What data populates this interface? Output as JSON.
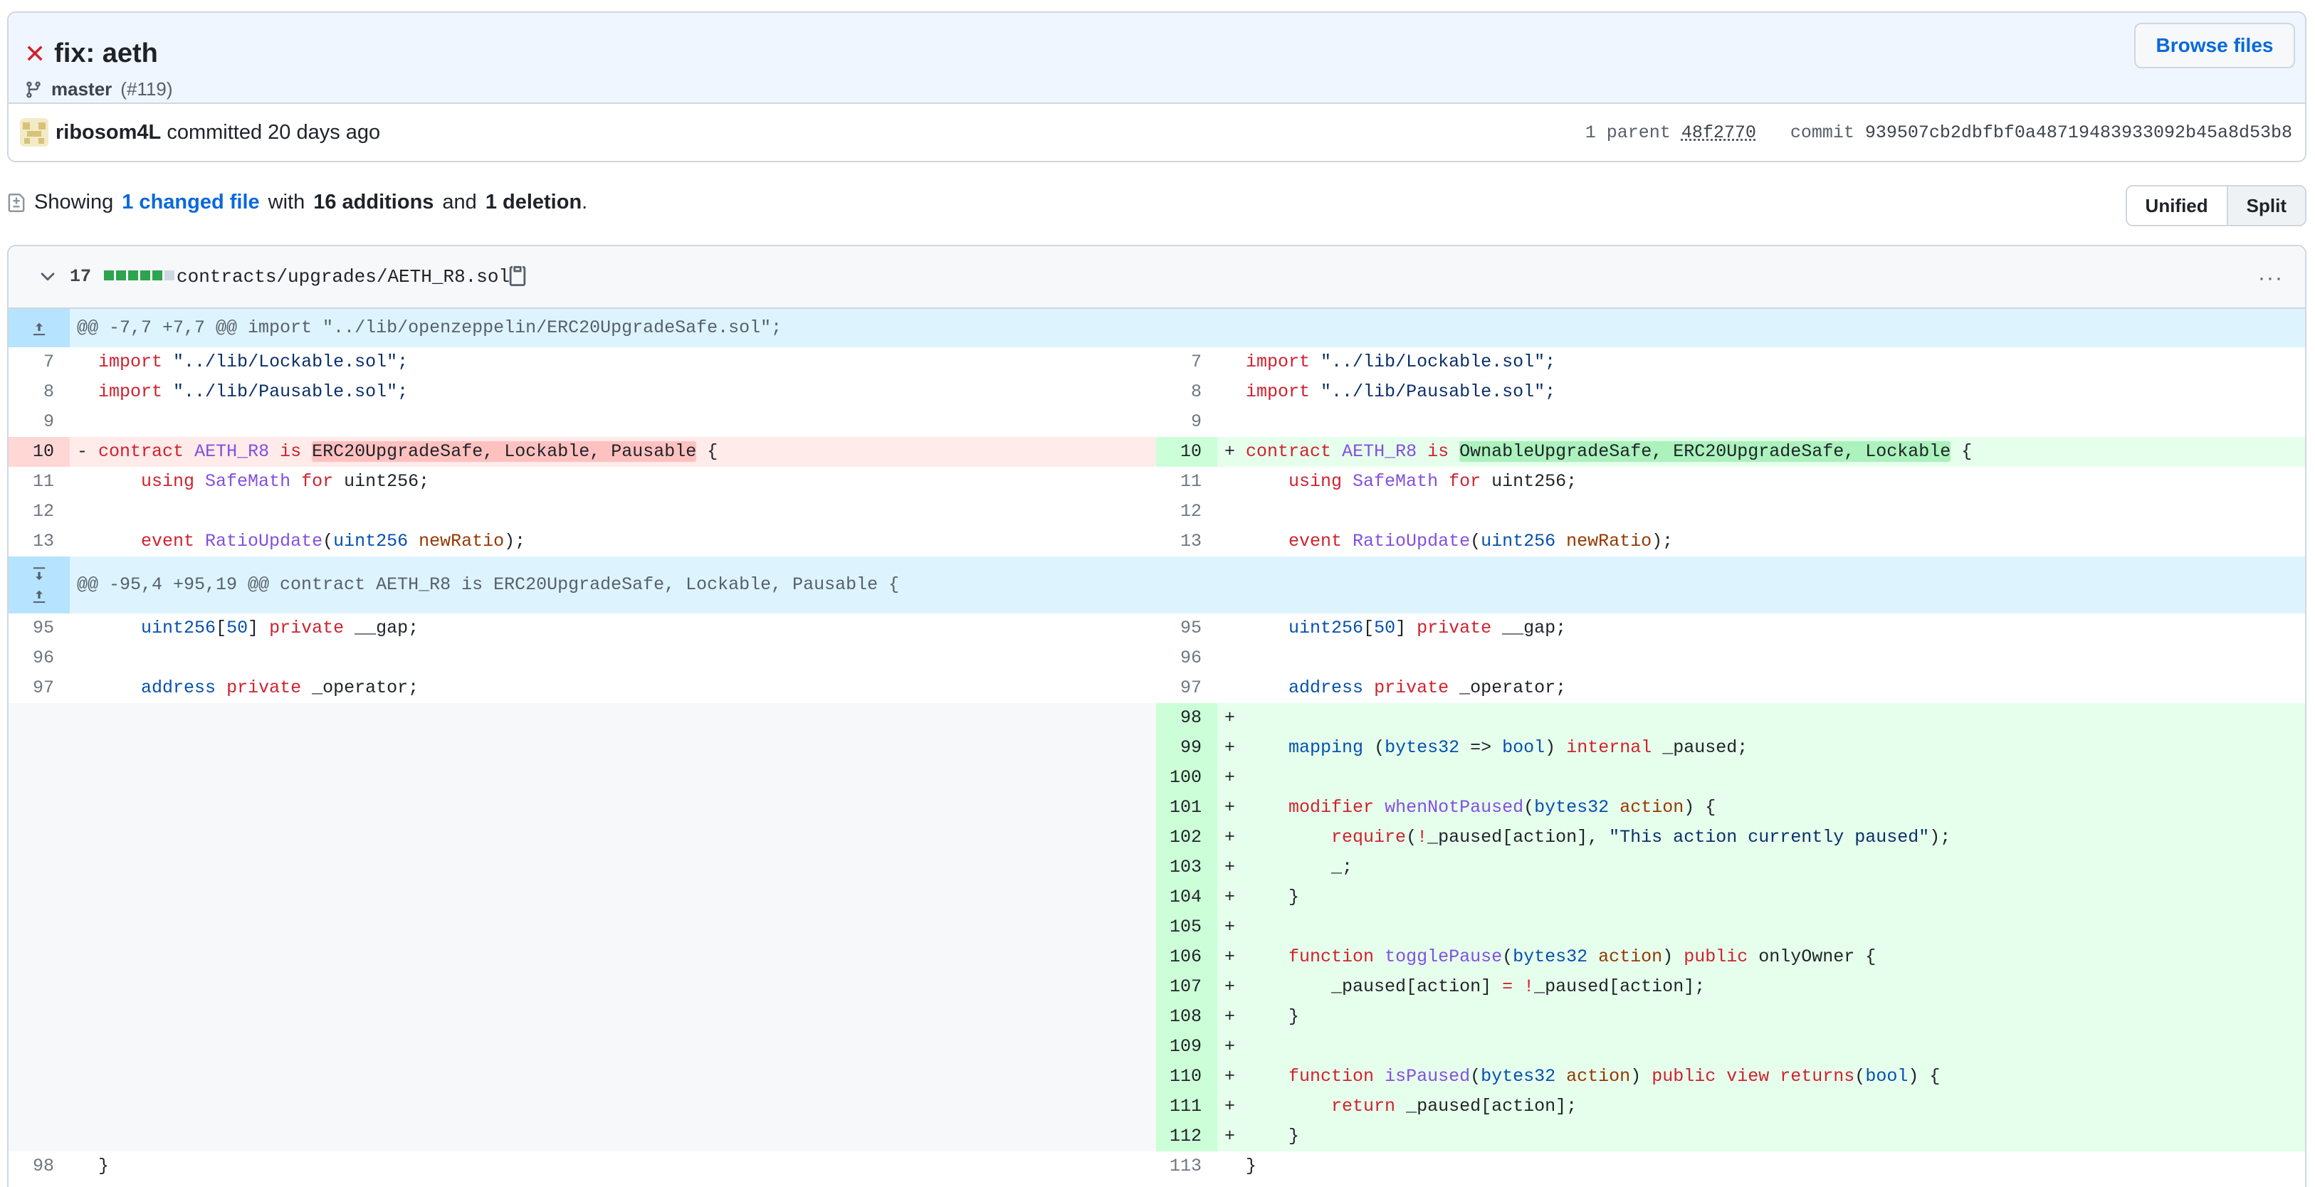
{
  "commit": {
    "title": "fix: aeth",
    "status_icon": "x-icon",
    "branch": "master",
    "pr_ref": "(#119)",
    "browse_label": "Browse files",
    "author": "ribosom4L",
    "committed_text": "committed 20 days ago",
    "parent_label": "1 parent",
    "parent_sha": "48f2770",
    "commit_label": "commit",
    "commit_sha": "939507cb2dbfbf0a48719483933092b45a8d53b8"
  },
  "summary": {
    "showing": "Showing",
    "changed_files": "1 changed file",
    "with": "with",
    "additions": "16 additions",
    "and": "and",
    "deletions": "1 deletion",
    "period": ".",
    "view_unified": "Unified",
    "view_split": "Split"
  },
  "file": {
    "change_count": "17",
    "path": "contracts/upgrades/AETH_R8.sol",
    "diffstat": [
      "add",
      "add",
      "add",
      "add",
      "add",
      "neutral"
    ],
    "colors": {
      "add": "#2da44e",
      "del": "#cf222e",
      "neutral": "#d0d7de"
    }
  },
  "hunks": {
    "h1": "@@ -7,7 +7,7 @@ import \"../lib/openzeppelin/ERC20UpgradeSafe.sol\";",
    "h2": "@@ -95,4 +95,19 @@ contract AETH_R8 is ERC20UpgradeSafe, Lockable, Pausable {"
  },
  "lines": {
    "l7": "7",
    "l8": "8",
    "l9": "9",
    "l10": "10",
    "l11": "11",
    "l12": "12",
    "l13": "13",
    "l95": "95",
    "l96": "96",
    "l97": "97",
    "l98": "98",
    "r98": "98",
    "r99": "99",
    "r100": "100",
    "r101": "101",
    "r102": "102",
    "r103": "103",
    "r104": "104",
    "r105": "105",
    "r106": "106",
    "r107": "107",
    "r108": "108",
    "r109": "109",
    "r110": "110",
    "r111": "111",
    "r112": "112",
    "r113": "113"
  },
  "code": {
    "import_kw": "import",
    "lockable_path": "\"../lib/Lockable.sol\";",
    "pausable_path": "\"../lib/Pausable.sol\";",
    "minus": "-",
    "plus": "+",
    "contract_kw": "contract",
    "contract_name": "AETH_R8",
    "is_kw": "is",
    "old_bases": "ERC20UpgradeSafe, Lockable, Pausable",
    "new_bases": "OwnableUpgradeSafe, ERC20UpgradeSafe, Lockable",
    "open_brace": " {",
    "using_kw": "using",
    "safemath": "SafeMath",
    "for_kw": "for",
    "uint256_semi": "uint256;",
    "event_kw": "event",
    "ratio_update": "RatioUpdate",
    "paren_open": "(",
    "uint256": "uint256",
    "new_ratio": "newRatio",
    "paren_close_semi": ");",
    "gap_type": "uint256",
    "gap_bracket_open": "[",
    "gap_size": "50",
    "gap_bracket_close": "]",
    "private_kw": "private",
    "gap_name": "__gap;",
    "address_kw": "address",
    "operator_name": "_operator;",
    "mapping_kw": "mapping",
    "bytes32": "bytes32",
    "arrow": "=>",
    "bool": "bool",
    "internal_kw": "internal",
    "paused_name": "_paused;",
    "modifier_kw": "modifier",
    "when_not_paused": "whenNotPaused",
    "action": "action",
    "close_brace_open": ") {",
    "require_kw": "require",
    "bang": "!",
    "paused_action": "_paused[action],",
    "msg": "\"This action currently paused\"",
    "underscore": "_;",
    "close_brace": "}",
    "function_kw": "function",
    "toggle_pause": "togglePause",
    "public_kw": "public",
    "only_owner": "onlyOwner {",
    "paused_access": "_paused[action]",
    "eq": "=",
    "paused_access_semi": "_paused[action];",
    "is_paused": "isPaused",
    "view_kw": "view",
    "returns_kw": "returns",
    "return_kw": "return"
  }
}
